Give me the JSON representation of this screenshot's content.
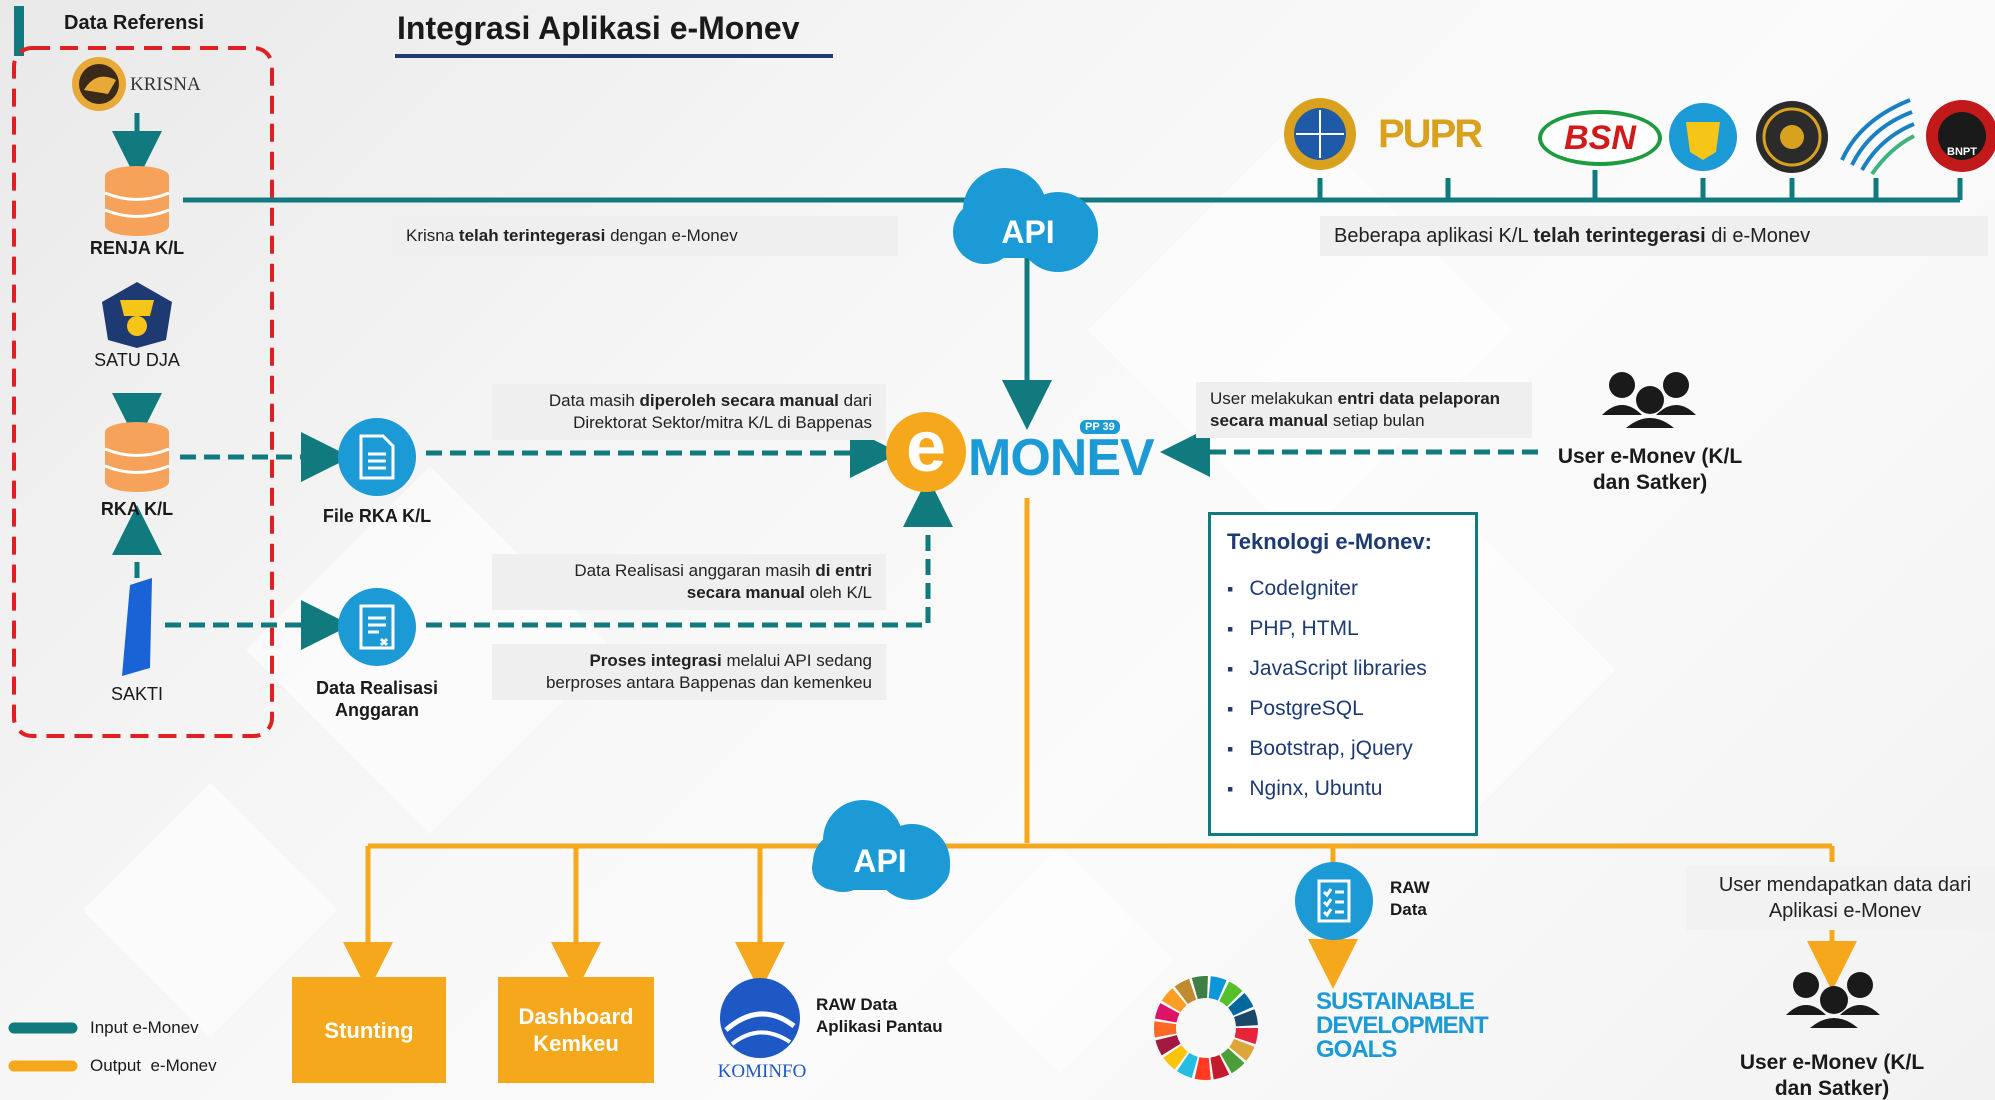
{
  "title": "Integrasi Aplikasi e-Monev",
  "data_referensi": {
    "heading": "Data Referensi",
    "krisna": "KRISNA",
    "renja": "RENJA K/L",
    "satu_dja": "SATU DJA",
    "rka": "RKA K/L",
    "sakti": "SAKTI"
  },
  "kl_logos": [
    "PUPR",
    "BSN",
    "BNPT"
  ],
  "api_label": "API",
  "notes": {
    "krisna_pre": "Krisna ",
    "krisna_bold": "telah terintegerasi",
    "krisna_post": " dengan e-Monev",
    "kl_pre": "Beberapa aplikasi K/L ",
    "kl_bold": "telah terintegerasi",
    "kl_post": " di e-Monev",
    "manual1_a": "Data masih ",
    "manual1_b": "diperoleh secara manual",
    "manual1_c": " dari",
    "manual1_d": "Direktorat Sektor/mitra K/L di Bappenas",
    "real_a": "Data Realisasi anggaran masih ",
    "real_b": "di entri",
    "real_c": "secara manual",
    "real_d": " oleh K/L",
    "proses_a": "Proses integrasi",
    "proses_b": " melalui API sedang",
    "proses_c": "berproses antara Bappenas dan kemenkeu",
    "user_a": "User melakukan ",
    "user_b": "entri data pelaporan",
    "user_c": "secara manual",
    "user_d": " setiap bulan",
    "output_user": "User mendapatkan data dari Aplikasi e-Monev"
  },
  "file_rka": "File RKA K/L",
  "data_realisasi": "Data Realisasi Anggaran",
  "emonev": {
    "logo_e": "e",
    "logo_text": "MONEV",
    "pp": "PP 39"
  },
  "user_top": "User e-Monev (K/L dan Satker)",
  "user_bottom": "User e-Monev (K/L dan Satker)",
  "tech": {
    "heading": "Teknologi e-Monev:",
    "items": [
      "CodeIgniter",
      "PHP, HTML",
      "JavaScript libraries",
      "PostgreSQL",
      "Bootstrap, jQuery",
      "Nginx, Ubuntu"
    ]
  },
  "outputs": {
    "stunting": "Stunting",
    "dashboard": "Dashboard Kemkeu",
    "kominfo_label": "RAW Data Aplikasi Pantau",
    "kominfo_logo": "KOMINFO",
    "raw_data": "RAW Data",
    "sdg": "SUSTAINABLE DEVELOPMENT GOALS"
  },
  "legend": {
    "input": "Input e-Monev",
    "output": "Output  e-Monev"
  },
  "colors": {
    "input": "#117a7f",
    "output": "#f5a81c",
    "blue": "#1b9ad6",
    "navy": "#1e3a72",
    "red": "#e02020"
  }
}
